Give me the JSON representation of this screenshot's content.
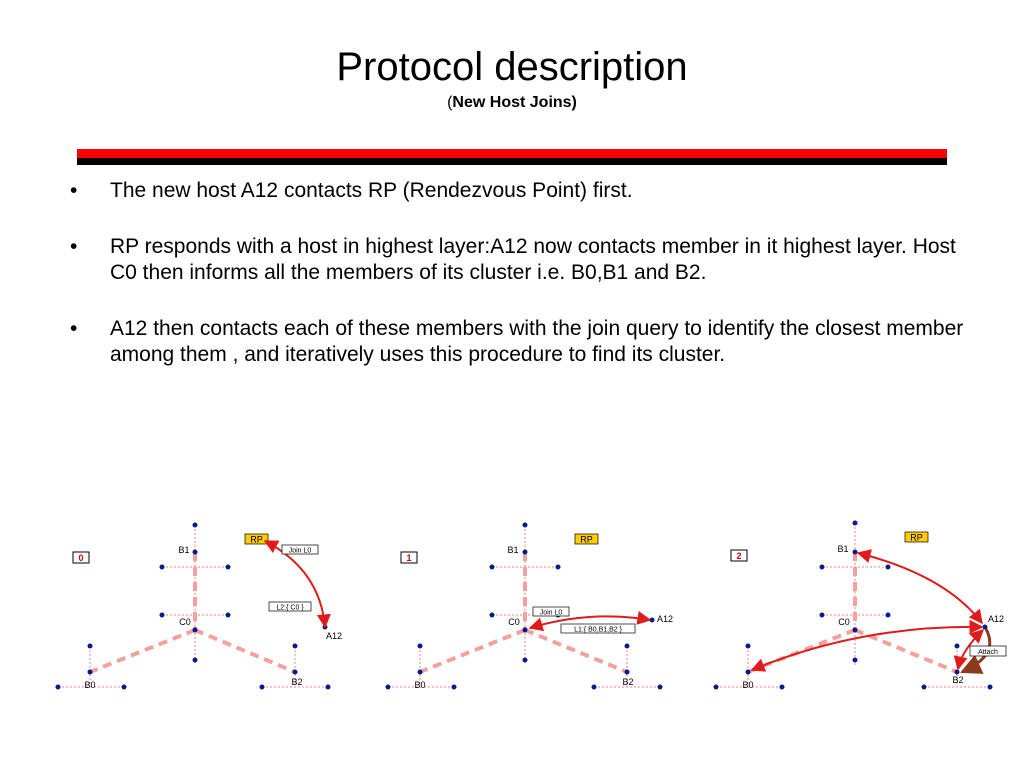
{
  "slide": {
    "title": "Protocol description",
    "subtitle_open": "(",
    "subtitle_bold": "New Host Joins)",
    "bullets": [
      "The new host A12 contacts RP (Rendezvous Point) first.",
      "RP responds with a host in highest layer:A12 now contacts member in it highest layer. Host C0 then informs all the members of its cluster i.e. B0,B1 and B2.",
      " A12 then contacts each of these members with the join query to identify the closest member among them , and iteratively uses this procedure to find its cluster."
    ],
    "bullet_glyph": "•"
  },
  "diagrams": [
    {
      "step": "0",
      "nodes": {
        "rp": "RP",
        "b1": "B1",
        "c0": "C0",
        "b0": "B0",
        "b2": "B2",
        "a12": "A12"
      },
      "labels": {
        "join": "Join L0",
        "reply": "L2:{ C0 }"
      }
    },
    {
      "step": "1",
      "nodes": {
        "rp": "RP",
        "b1": "B1",
        "c0": "C0",
        "b0": "B0",
        "b2": "B2",
        "a12": "A12"
      },
      "labels": {
        "join": "Join L0",
        "reply": "L1:{ B0,B1,B2 }"
      }
    },
    {
      "step": "2",
      "nodes": {
        "rp": "RP",
        "b1": "B1",
        "c0": "C0",
        "b0": "B0",
        "b2": "B2",
        "a12": "A12"
      },
      "labels": {
        "attach": "Attach"
      }
    }
  ],
  "colors": {
    "accent_red": "#ff0000",
    "rule_black": "#000000",
    "arrow_red": "#e01b1b",
    "attach_brown": "#8b3a1a",
    "rp_fill": "#ffcc00",
    "link_pink": "#f4a0a0",
    "node_blue": "#0a1a8a"
  }
}
